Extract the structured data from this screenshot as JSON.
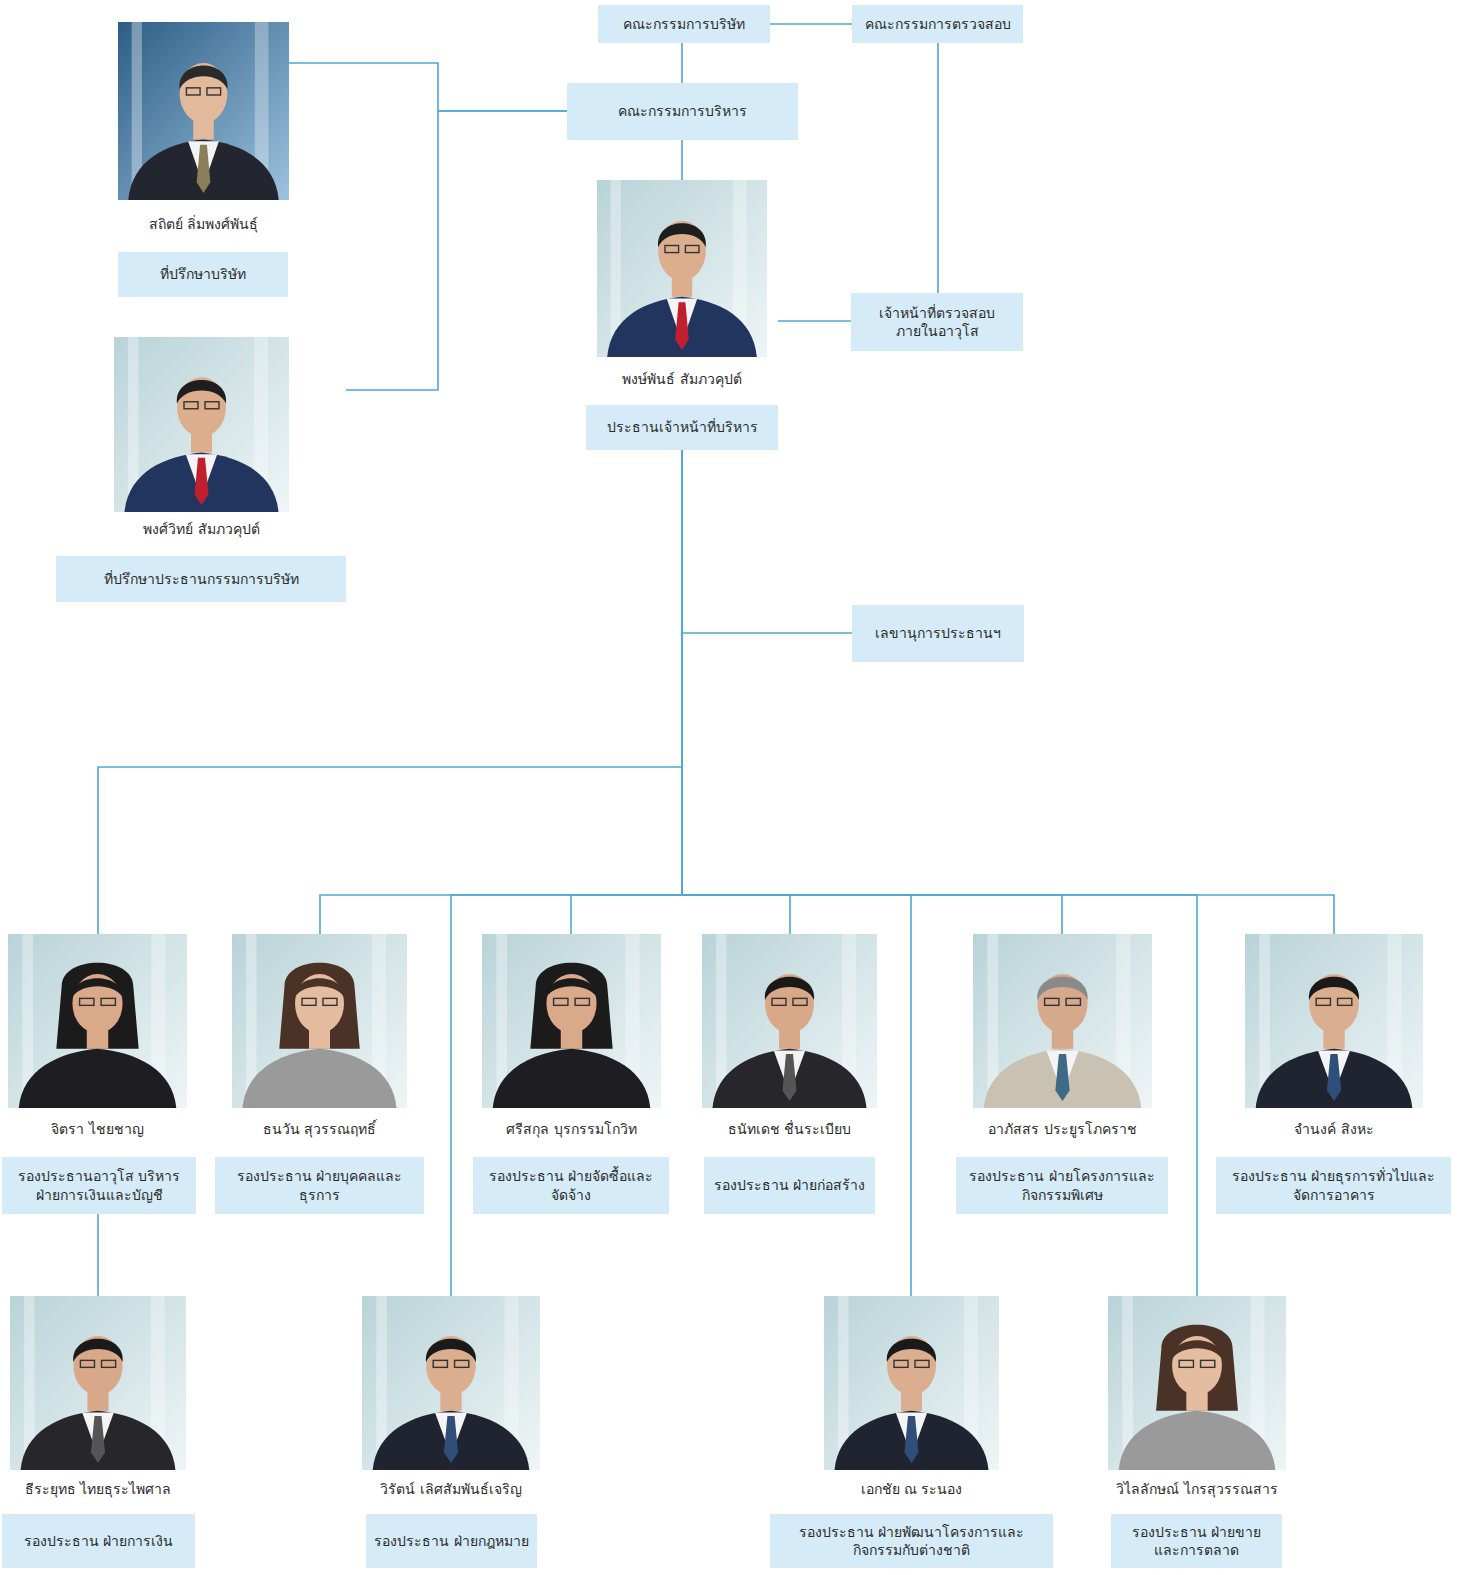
{
  "diagram": {
    "nodes": [
      {
        "text": [
          "คณะกรรมการบริษัท"
        ]
      },
      {
        "text": [
          "คณะกรรมการตรวจสอบ"
        ]
      },
      {
        "text": [
          "คณะกรรมการบริหาร"
        ]
      },
      {
        "text": [
          "สถิตย์ ลิ่มพงศ์พันธุ์",
          "ที่ปรึกษาบริษัท"
        ]
      },
      {
        "text": [
          "พงษ์พันธ์ สัมภวคุปต์",
          "ประธานเจ้าหน้าที่บริหาร"
        ]
      },
      {
        "text": [
          "เจ้าหน้าที่ตรวจสอบ ภายในอาวุโส"
        ]
      },
      {
        "text": [
          "พงศ์วิทย์ สัมภวคุปต์",
          "ที่ปรึกษาประธานกรรมการบริษัท"
        ]
      },
      {
        "text": [
          "เลขานุการประธานฯ"
        ]
      },
      {
        "text": [
          "จิตรา ไชยชาญ",
          "รองประธานอาวุโส บริหารฝ่ายการเงินและบัญชี"
        ]
      },
      {
        "text": [
          "ธนวัน สุวรรณฤทธิ์",
          "รองประธาน ฝ่ายบุคคลและธุรการ"
        ]
      },
      {
        "text": [
          "ศรีสกุล บุรกรรมโกวิท",
          "รองประธาน ฝ่ายจัดซื้อและจัดจ้าง"
        ]
      },
      {
        "text": [
          "ธนัทเดช ชื่นระเบียบ",
          "รองประธาน ฝ่ายก่อสร้าง"
        ]
      },
      {
        "text": [
          "อาภัสสร ประยูรโภคราช",
          "รองประธาน ฝ่ายโครงการและกิจกรรมพิเศษ"
        ]
      },
      {
        "text": [
          "จำนงค์ สิงหะ",
          "รองประธาน ฝ่ายธุรการทั่วไปและจัดการอาคาร"
        ]
      },
      {
        "text": [
          "ธีระยุทธ ไทยธุระไพศาล",
          "รองประธาน ฝ่ายการเงิน"
        ]
      },
      {
        "text": [
          "วิรัตน์ เลิศสัมพันธ์เจริญ",
          "รองประธาน ฝ่ายกฎหมาย"
        ]
      },
      {
        "text": [
          "เอกชัย ณ ระนอง",
          "รองประธาน ฝ่ายพัฒนาโครงการและกิจกรรมกับต่างชาติ"
        ]
      },
      {
        "text": [
          "วิไลลักษณ์ ไกรสุวรรณสาร",
          "รองประธาน ฝ่ายขายและการตลาด"
        ]
      }
    ],
    "edges": [
      {
        "from": 0,
        "to": 1,
        "arrow": "none"
      },
      {
        "from": 0,
        "to": 2,
        "arrow": "none"
      },
      {
        "from": 2,
        "to": 3,
        "arrow": "none"
      },
      {
        "from": 2,
        "to": 6,
        "arrow": "none"
      },
      {
        "from": 2,
        "to": 4,
        "arrow": "none"
      },
      {
        "from": 1,
        "to": 5,
        "arrow": "none"
      },
      {
        "from": 4,
        "to": 5,
        "arrow": "none"
      },
      {
        "from": 4,
        "to": 7,
        "arrow": "none"
      },
      {
        "from": 4,
        "to": 8,
        "arrow": "none"
      },
      {
        "from": 4,
        "to": 9,
        "arrow": "none"
      },
      {
        "from": 4,
        "to": 15,
        "arrow": "none"
      },
      {
        "from": 4,
        "to": 10,
        "arrow": "none"
      },
      {
        "from": 4,
        "to": 11,
        "arrow": "none"
      },
      {
        "from": 4,
        "to": 16,
        "arrow": "none"
      },
      {
        "from": 4,
        "to": 12,
        "arrow": "none"
      },
      {
        "from": 4,
        "to": 17,
        "arrow": "none"
      },
      {
        "from": 4,
        "to": 13,
        "arrow": "none"
      },
      {
        "from": 8,
        "to": 14,
        "arrow": "none"
      }
    ]
  }
}
